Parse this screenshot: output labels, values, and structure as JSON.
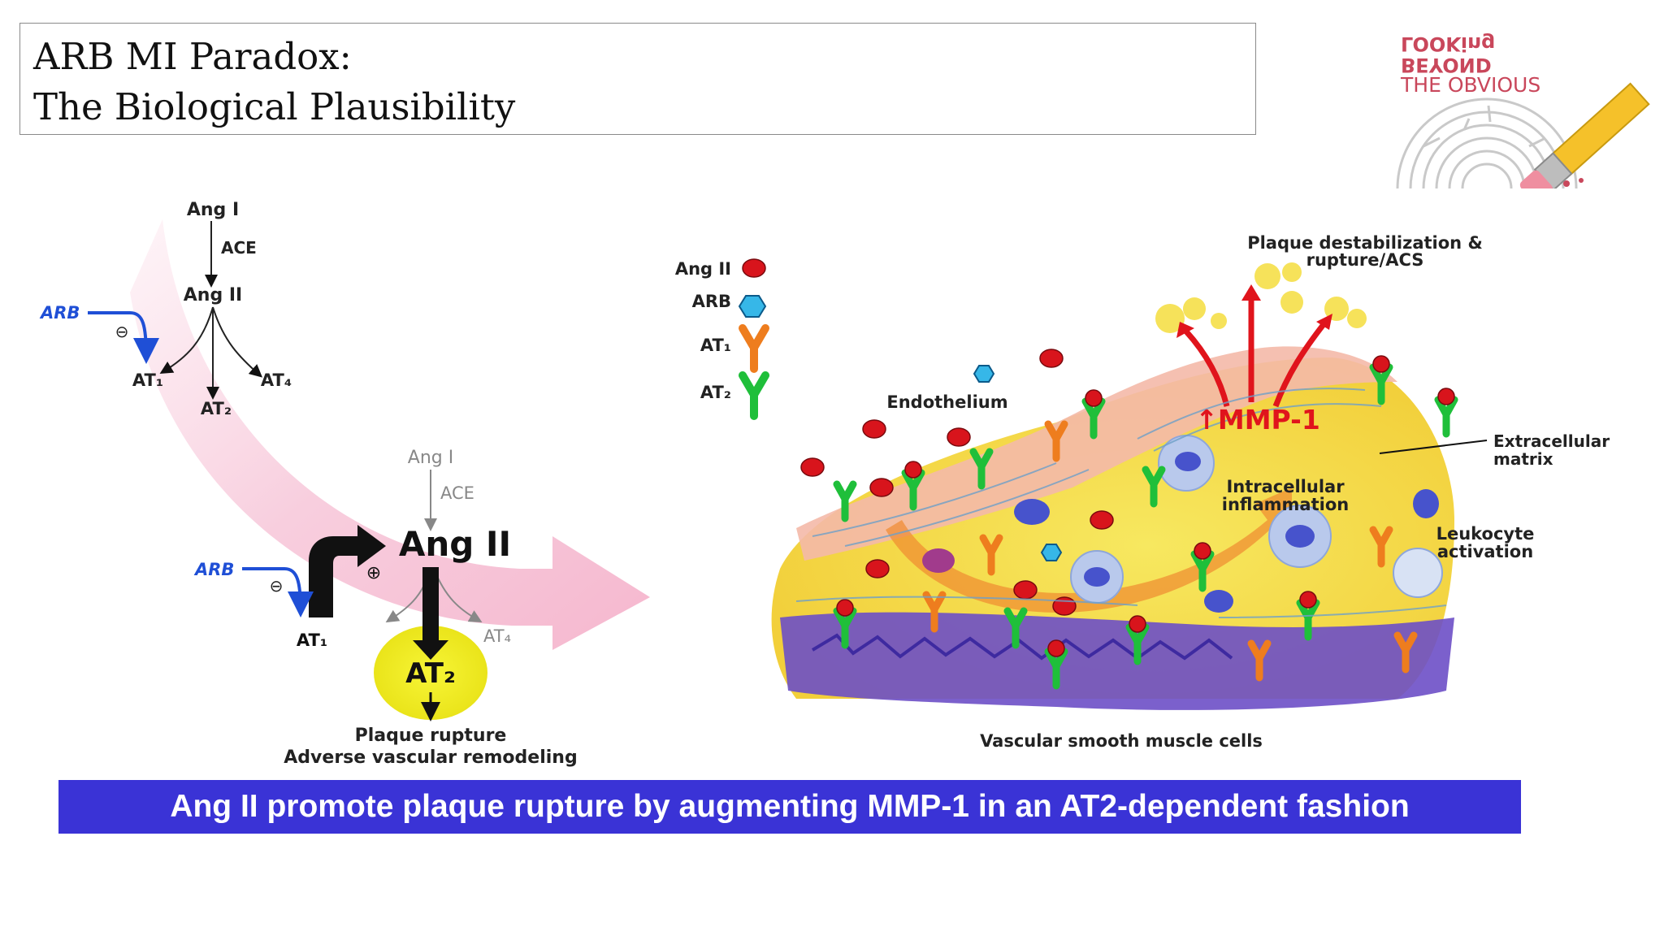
{
  "slide": {
    "title_line1": "ARB MI Paradox:",
    "title_line2": "The Biological Plausibility",
    "banner": "Ang II promote plaque rupture by augmenting MMP-1 in an AT2-dependent fashion"
  },
  "logo": {
    "line1": "LOOKing",
    "line2": "BEYOND",
    "line3": "THE OBVIOUS"
  },
  "pathway_small": {
    "ang1": "Ang I",
    "ace": "ACE",
    "ang2": "Ang II",
    "arb": "ARB",
    "inhibit": "⊖",
    "at1": "AT₁",
    "at2": "AT₂",
    "at4": "AT₄"
  },
  "pathway_large": {
    "ang1": "Ang I",
    "ace": "ACE",
    "ang2": "Ang II",
    "arb": "ARB",
    "inhibit": "⊖",
    "stimulate": "⊕",
    "at1": "AT₁",
    "at2": "AT₂",
    "at4": "AT₄",
    "outcome1": "Plaque rupture",
    "outcome2": "Adverse vascular remodeling"
  },
  "legend": {
    "ang2": "Ang II",
    "arb": "ARB",
    "at1": "AT₁",
    "at2": "AT₂"
  },
  "plaque": {
    "destab1": "Plaque destabilization &",
    "destab2": "rupture/ACS",
    "endothelium": "Endothelium",
    "mmp1": "↑MMP-1",
    "ecm1": "Extracellular",
    "ecm2": "matrix",
    "inflam1": "Intracellular",
    "inflam2": "inflammation",
    "leuko1": "Leukocyte",
    "leuko2": "activation",
    "vsmc": "Vascular smooth muscle cells"
  },
  "colors": {
    "banner_bg": "#3a33d6",
    "arb_blue": "#1f4fd6",
    "ang2_red": "#d8141c",
    "at1_orange": "#ee7d1e",
    "at2_green": "#1fbf3a",
    "arb_cyan": "#36b7e8",
    "at2_yellow": "#f2ee22",
    "logo_red": "#c9475b"
  }
}
